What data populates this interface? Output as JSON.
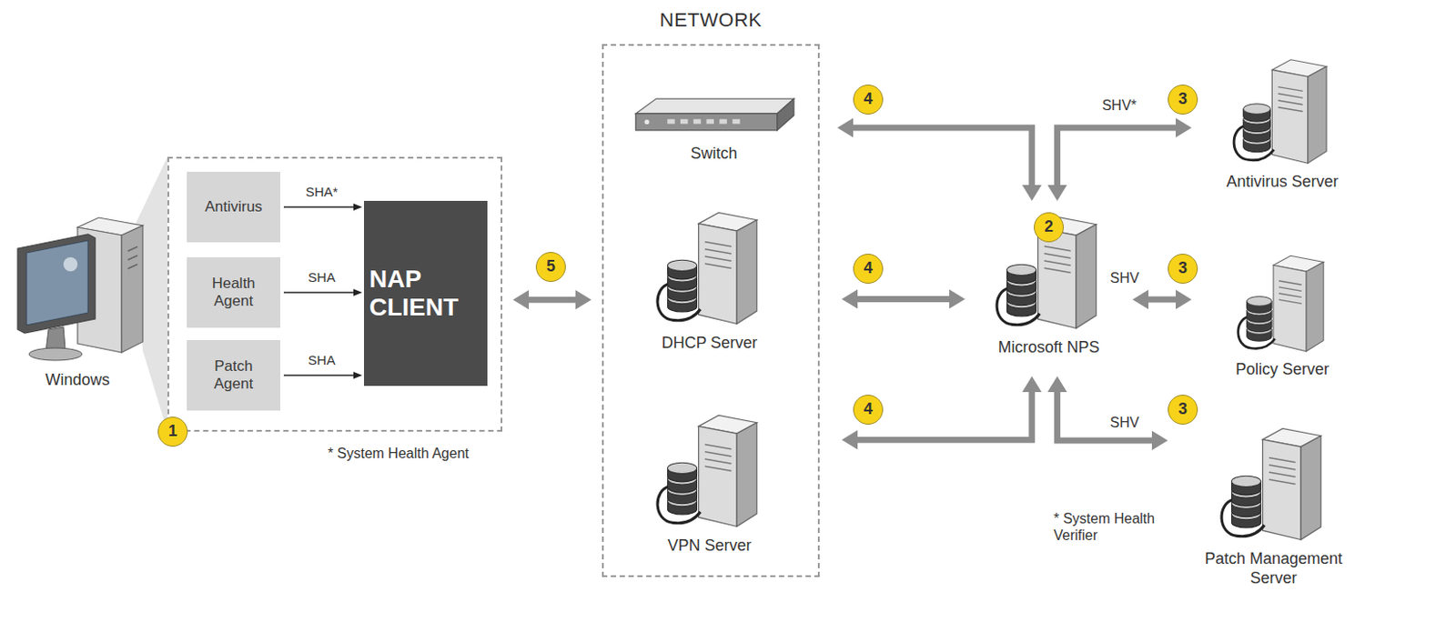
{
  "diagram": {
    "nodes": [
      {
        "text": [
          "* System Health Agent"
        ]
      },
      {
        "text": [
          "Antivirus"
        ],
        "in": 0
      },
      {
        "text": [
          "Health Agent"
        ],
        "in": 0
      },
      {
        "text": [
          "Patch Agent"
        ],
        "in": 0
      },
      {
        "text": [
          "NAP CLIENT"
        ],
        "in": 0
      },
      {
        "text": [
          "NETWORK"
        ]
      },
      {
        "text": [
          "Switch"
        ],
        "in": 5
      },
      {
        "text": [
          "DHCP Server"
        ],
        "in": 5
      },
      {
        "text": [
          "VPN Server"
        ],
        "in": 5
      },
      {
        "text": [
          "Microsoft NPS"
        ]
      },
      {
        "text": [
          "Antivirus Server"
        ]
      },
      {
        "text": [
          "Policy Server"
        ]
      },
      {
        "text": [
          "Patch Management Server"
        ]
      }
    ],
    "edges": [
      {
        "from": 1,
        "to": 4,
        "arrow": "to",
        "label": "SHA*"
      },
      {
        "from": 2,
        "to": 4,
        "arrow": "to",
        "label": "SHA"
      },
      {
        "from": 3,
        "to": 4,
        "arrow": "to",
        "label": "SHA"
      },
      {
        "from": 0,
        "to": 5,
        "arrow": "both",
        "label": "5"
      },
      {
        "from": 6,
        "to": 9,
        "arrow": "both",
        "label": "4"
      },
      {
        "from": 7,
        "to": 9,
        "arrow": "both",
        "label": "4"
      },
      {
        "from": 8,
        "to": 9,
        "arrow": "both",
        "label": "4"
      },
      {
        "from": 9,
        "to": 10,
        "arrow": "both",
        "label": "SHV*"
      },
      {
        "from": 9,
        "to": 11,
        "arrow": "both",
        "label": "SHV"
      },
      {
        "from": 9,
        "to": 12,
        "arrow": "both",
        "label": "SHV"
      }
    ],
    "labels": [
      "Windows",
      "1",
      "2",
      "3",
      "3",
      "3",
      "* System Health Verifier"
    ]
  }
}
